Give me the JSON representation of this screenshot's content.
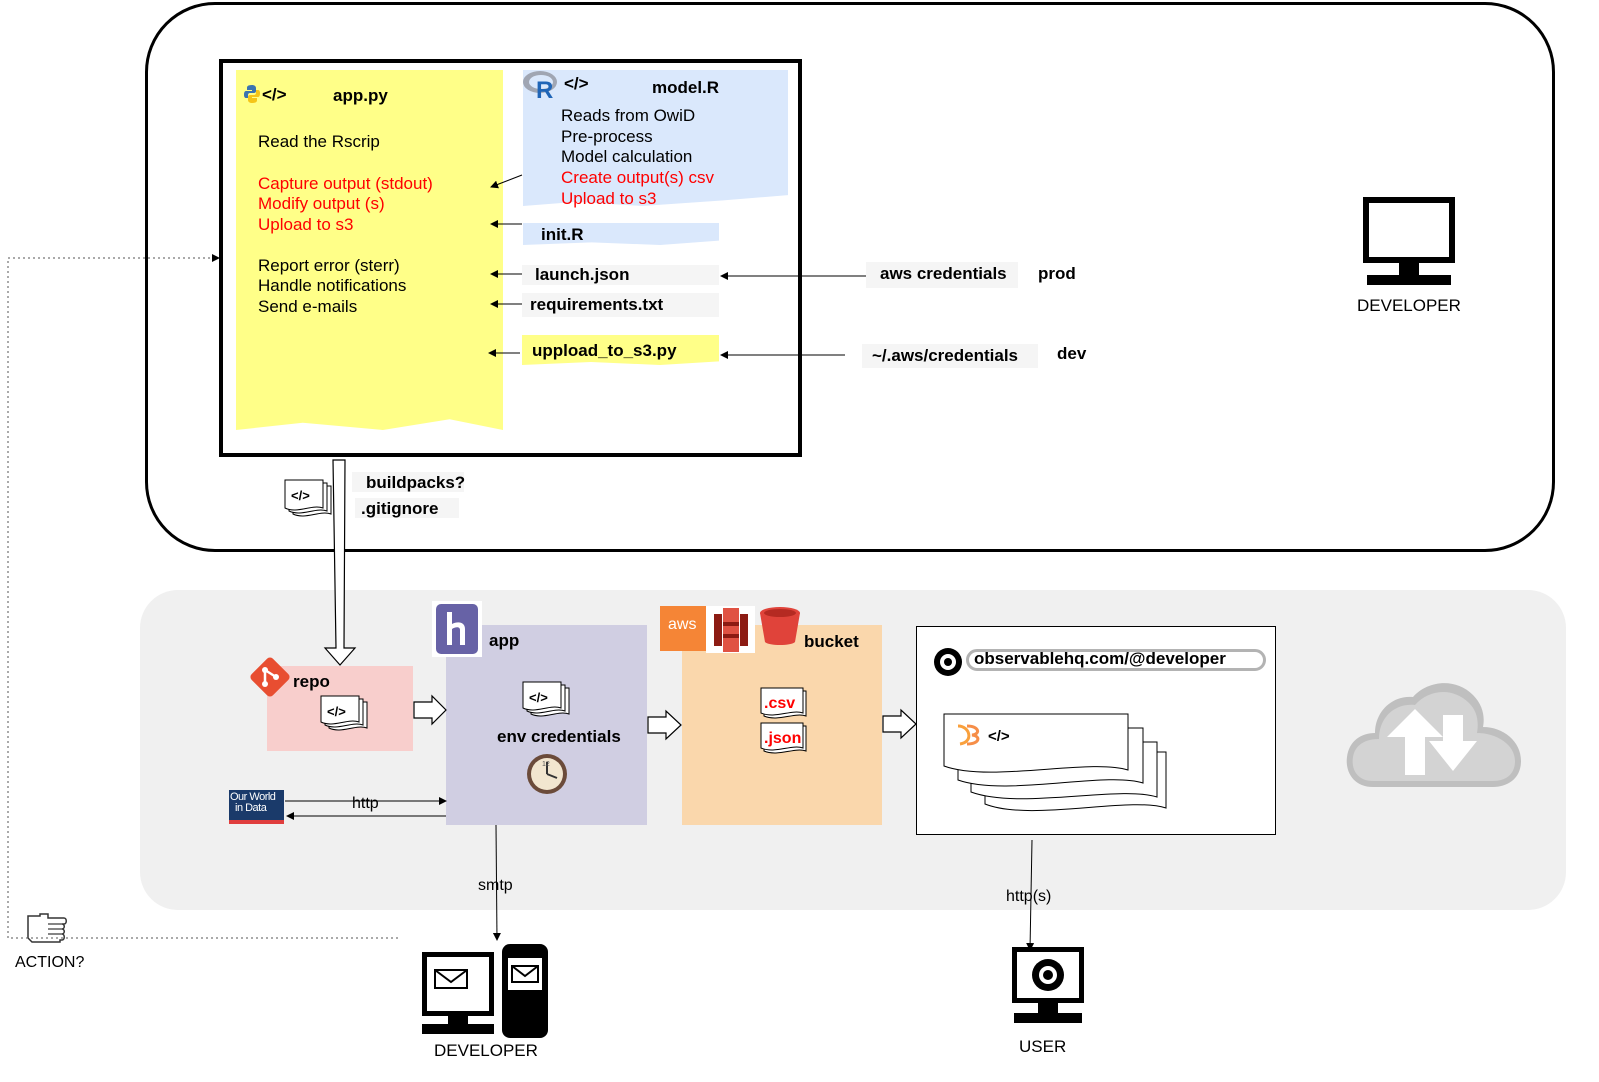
{
  "app_py": {
    "title": "app.py",
    "lines": [
      "Read the Rscrip",
      "Capture output (stdout)",
      "Modify output (s)",
      "Upload to s3",
      "Report error (sterr)",
      "Handle notifications",
      "Send e-mails"
    ]
  },
  "model_r": {
    "title": "model.R",
    "lines": [
      "Reads from OwiD",
      "Pre-process",
      "Model calculation",
      "Create output(s) csv",
      "Upload to s3"
    ]
  },
  "code_tag": "</>",
  "files": {
    "init_r": "init.R",
    "launch_json": "launch.json",
    "requirements": "requirements.txt",
    "upload_py": "uppload_to_s3.py"
  },
  "credentials": {
    "aws": "aws credentials",
    "prod": "prod",
    "local": "~/.aws/credentials",
    "dev": "dev"
  },
  "developer_label": "DEVELOPER",
  "deploy": {
    "buildpacks": "buildpacks?",
    "gitignore": ".gitignore"
  },
  "repo_label": "repo",
  "app_label": "app",
  "env_label": "env credentials",
  "bucket_label": "bucket",
  "csv_label": ".csv",
  "json_label": ".json",
  "aws_logo": "aws",
  "owid": {
    "line1": "Our World",
    "line2": "in Data"
  },
  "http_label": "http",
  "smtp_label": "smtp",
  "https_label": "http(s)",
  "observable_url": "observablehq.com/@developer",
  "action_label": "ACTION?",
  "bottom_developer": "DEVELOPER",
  "user_label": "USER"
}
